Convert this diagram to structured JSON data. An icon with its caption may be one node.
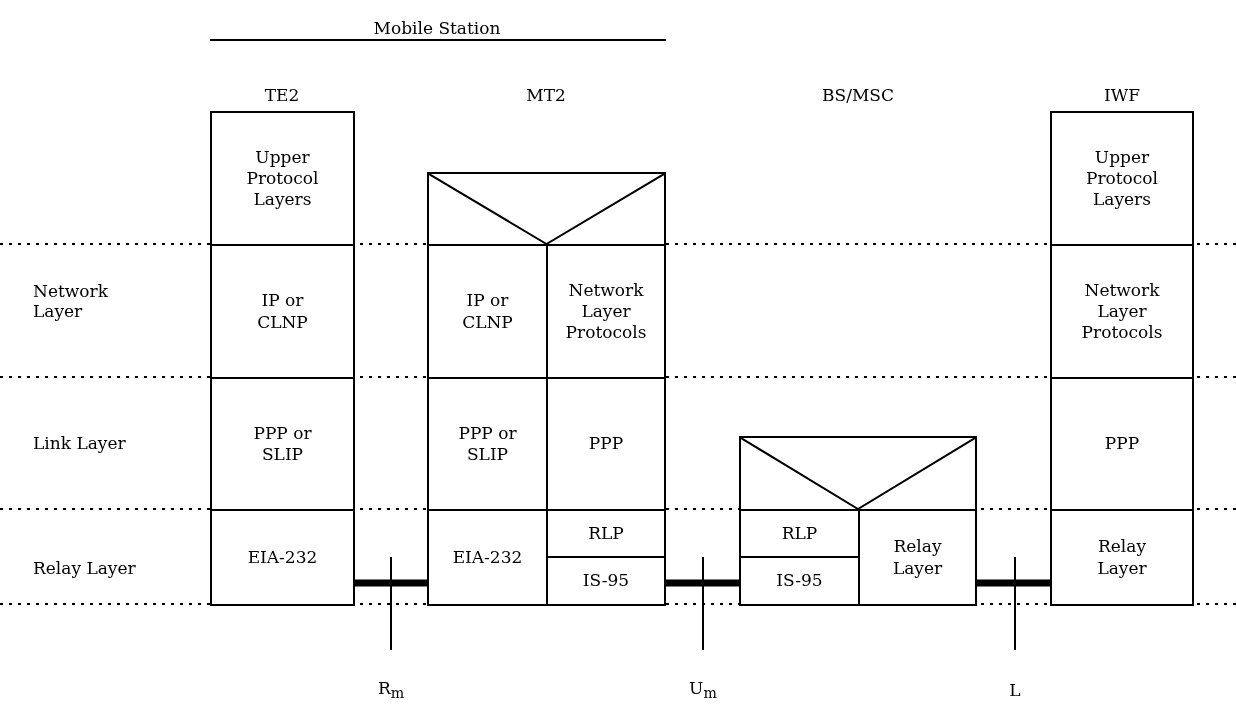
{
  "diagram": {
    "nodes": [
      {
        "text": [
          "Upper Protocol Layers"
        ]
      },
      {
        "text": [
          "IP or CLNP"
        ]
      },
      {
        "text": [
          "PPP or SLIP"
        ]
      },
      {
        "text": [
          "EIA-232"
        ]
      },
      {
        "text": [],
        "shape": "box"
      },
      {
        "text": [
          "IP or CLNP"
        ]
      },
      {
        "text": [
          "Network Layer Protocols"
        ]
      },
      {
        "text": [
          "PPP or SLIP"
        ]
      },
      {
        "text": [
          "PPP"
        ]
      },
      {
        "text": [
          "EIA-232"
        ]
      },
      {
        "text": [
          "RLP"
        ]
      },
      {
        "text": [
          "IS-95"
        ]
      },
      {
        "text": [],
        "shape": "box"
      },
      {
        "text": [
          "RLP"
        ]
      },
      {
        "text": [
          "IS-95"
        ]
      },
      {
        "text": [
          "Relay Layer"
        ]
      },
      {
        "text": [
          "Upper Protocol Layers"
        ]
      },
      {
        "text": [
          "Network Layer Protocols"
        ]
      },
      {
        "text": [
          "PPP"
        ]
      },
      {
        "text": [
          "Relay Layer"
        ]
      }
    ],
    "edges": [
      {
        "from": 3,
        "to": 9,
        "arrow": "none"
      },
      {
        "from": 11,
        "to": 14,
        "arrow": "none"
      },
      {
        "from": 15,
        "to": 19,
        "arrow": "none"
      }
    ],
    "labels": [
      "Mobile Station",
      "TE2",
      "MT2",
      "BS/MSC",
      "IWF",
      "Network Layer",
      "Link Layer",
      "Relay Layer",
      "R$_{m}$",
      "U$_{m}$",
      "L"
    ]
  }
}
